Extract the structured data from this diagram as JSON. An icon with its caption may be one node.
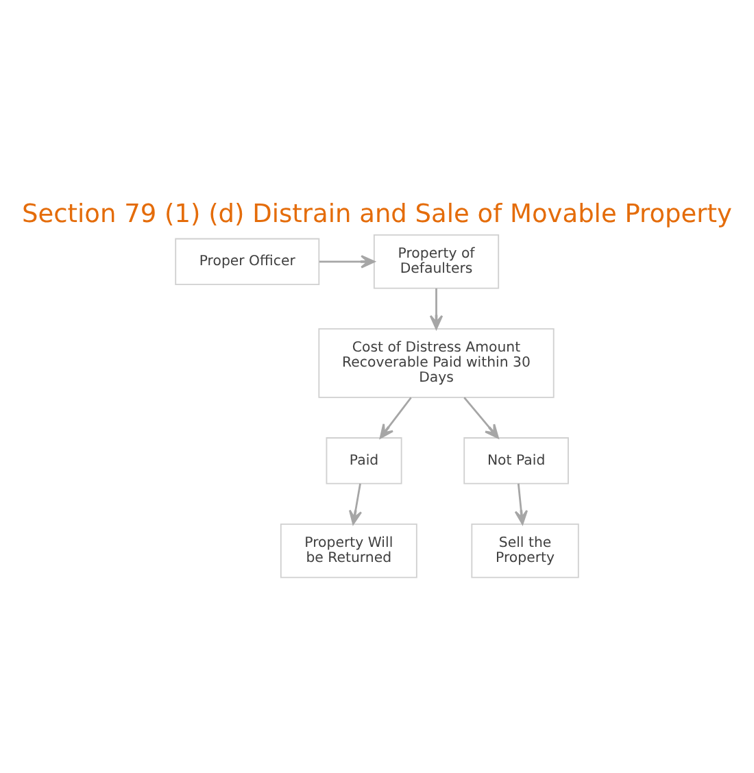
{
  "diagram": {
    "title": "Section 79 (1) (d) Distrain and Sale of Movable Property",
    "nodes": [
      {
        "text": [
          "Proper Officer"
        ]
      },
      {
        "text": [
          "Property of Defaulters"
        ]
      },
      {
        "text": [
          "Cost of Distress Amount Recoverable Paid within 30 Days"
        ]
      },
      {
        "text": [
          "Paid"
        ]
      },
      {
        "text": [
          "Not Paid"
        ]
      },
      {
        "text": [
          "Property Will be Returned"
        ]
      },
      {
        "text": [
          "Sell the Property"
        ]
      }
    ],
    "edges": [
      {
        "from": 0,
        "to": 1,
        "arrow": "to"
      },
      {
        "from": 1,
        "to": 2,
        "arrow": "to"
      },
      {
        "from": 2,
        "to": 3,
        "arrow": "to"
      },
      {
        "from": 2,
        "to": 4,
        "arrow": "to"
      },
      {
        "from": 3,
        "to": 5,
        "arrow": "to"
      },
      {
        "from": 4,
        "to": 6,
        "arrow": "to"
      }
    ]
  }
}
